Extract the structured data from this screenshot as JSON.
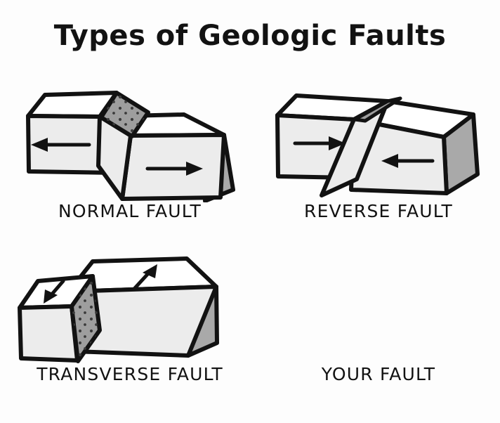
{
  "title": "Types of Geologic Faults",
  "background_color": "#fdfdfd",
  "ink_color": "#121212",
  "palette": {
    "outline": "#121212",
    "top_face": "#ffffff",
    "front_face": "#ececec",
    "side_face": "#a9a9a9",
    "fault_plane": "#9e9e9e",
    "speckle": "#3a3a3a"
  },
  "panels": [
    {
      "id": "normal",
      "caption": "NORMAL FAULT",
      "has_figure": true,
      "description": "Two blocks separated by a diagonal fault plane; the right block has slipped downward leaving the stippled fault surface exposed.",
      "arrows": [
        {
          "block": "left",
          "direction": "left",
          "glyph": "arrow-left"
        },
        {
          "block": "right",
          "direction": "right",
          "glyph": "arrow-right"
        }
      ],
      "motion": "extension / tension"
    },
    {
      "id": "reverse",
      "caption": "REVERSE FAULT",
      "has_figure": true,
      "description": "Two blocks pushed together along a diagonal fault plane; the right block has ridden up over the left block.",
      "arrows": [
        {
          "block": "left",
          "direction": "right",
          "glyph": "arrow-right"
        },
        {
          "block": "right",
          "direction": "left",
          "glyph": "arrow-left"
        }
      ],
      "motion": "compression"
    },
    {
      "id": "transverse",
      "caption": "TRANSVERSE FAULT",
      "has_figure": true,
      "description": "Two blocks sliding past one another horizontally along a near-vertical stippled fault plane.",
      "arrows": [
        {
          "block": "left",
          "direction": "down-left",
          "glyph": "arrow-down-left"
        },
        {
          "block": "right",
          "direction": "up-right",
          "glyph": "arrow-up-right"
        }
      ],
      "motion": "strike-slip / shear"
    },
    {
      "id": "your",
      "caption": "YOUR FAULT",
      "has_figure": false,
      "description": "No diagram — the punchline of the joke.",
      "arrows": [],
      "motion": ""
    }
  ]
}
